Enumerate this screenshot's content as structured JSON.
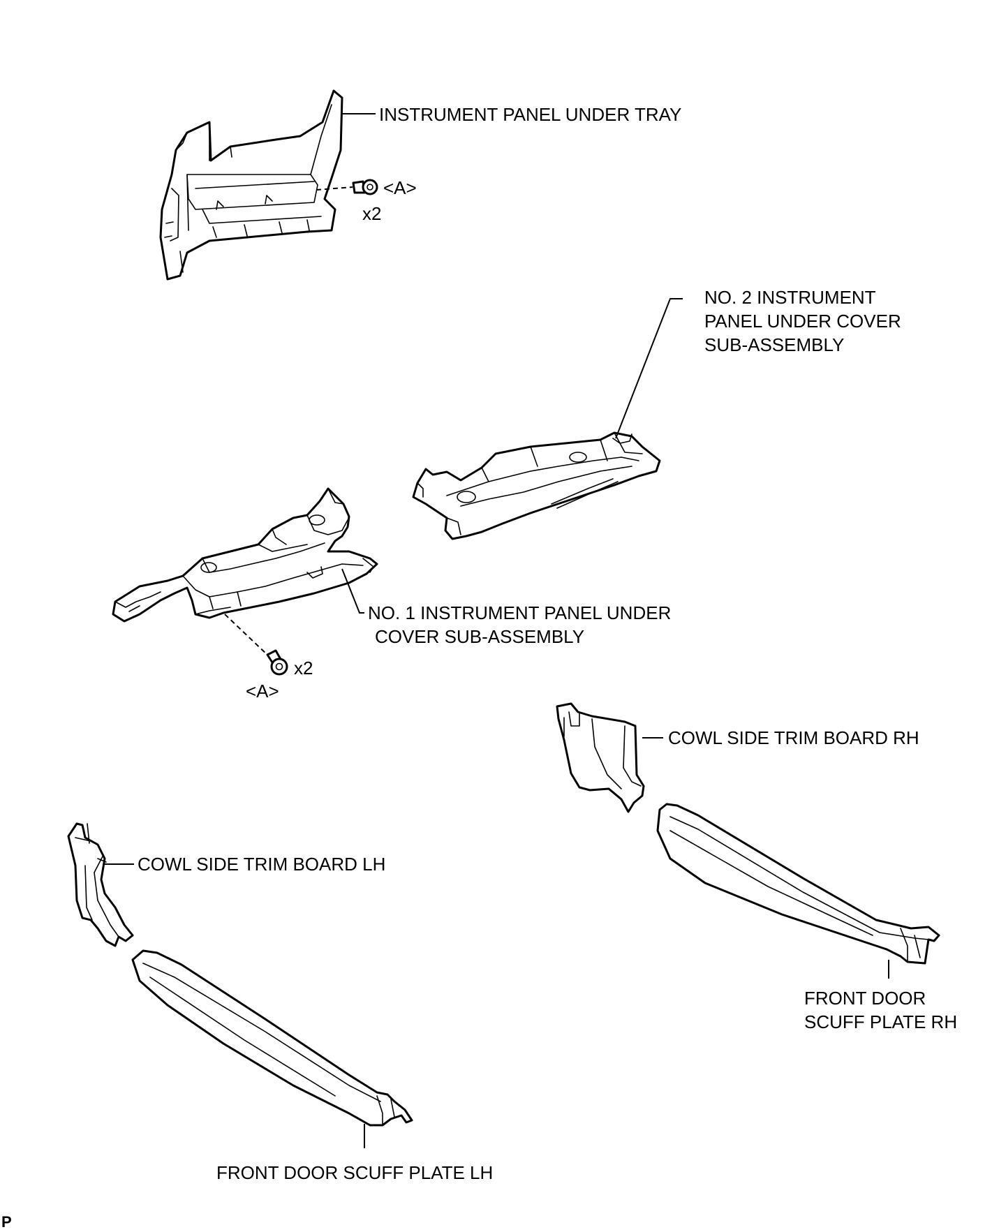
{
  "labels": {
    "under_tray": "INSTRUMENT PANEL UNDER TRAY",
    "no2_cover": [
      "NO. 2 INSTRUMENT",
      "PANEL UNDER COVER",
      "SUB-ASSEMBLY"
    ],
    "no1_cover": [
      "NO. 1 INSTRUMENT PANEL UNDER",
      "COVER SUB-ASSEMBLY"
    ],
    "cowl_rh": "COWL SIDE TRIM BOARD RH",
    "cowl_lh": "COWL SIDE TRIM BOARD LH",
    "scuff_rh": [
      "FRONT DOOR",
      "SCUFF PLATE RH"
    ],
    "scuff_lh": "FRONT DOOR SCUFF PLATE LH"
  },
  "fasteners": {
    "upper": {
      "ref": "<A>",
      "qty": "x2"
    },
    "lower": {
      "ref": "<A>",
      "qty": "x2"
    }
  },
  "corner_mark": "P"
}
